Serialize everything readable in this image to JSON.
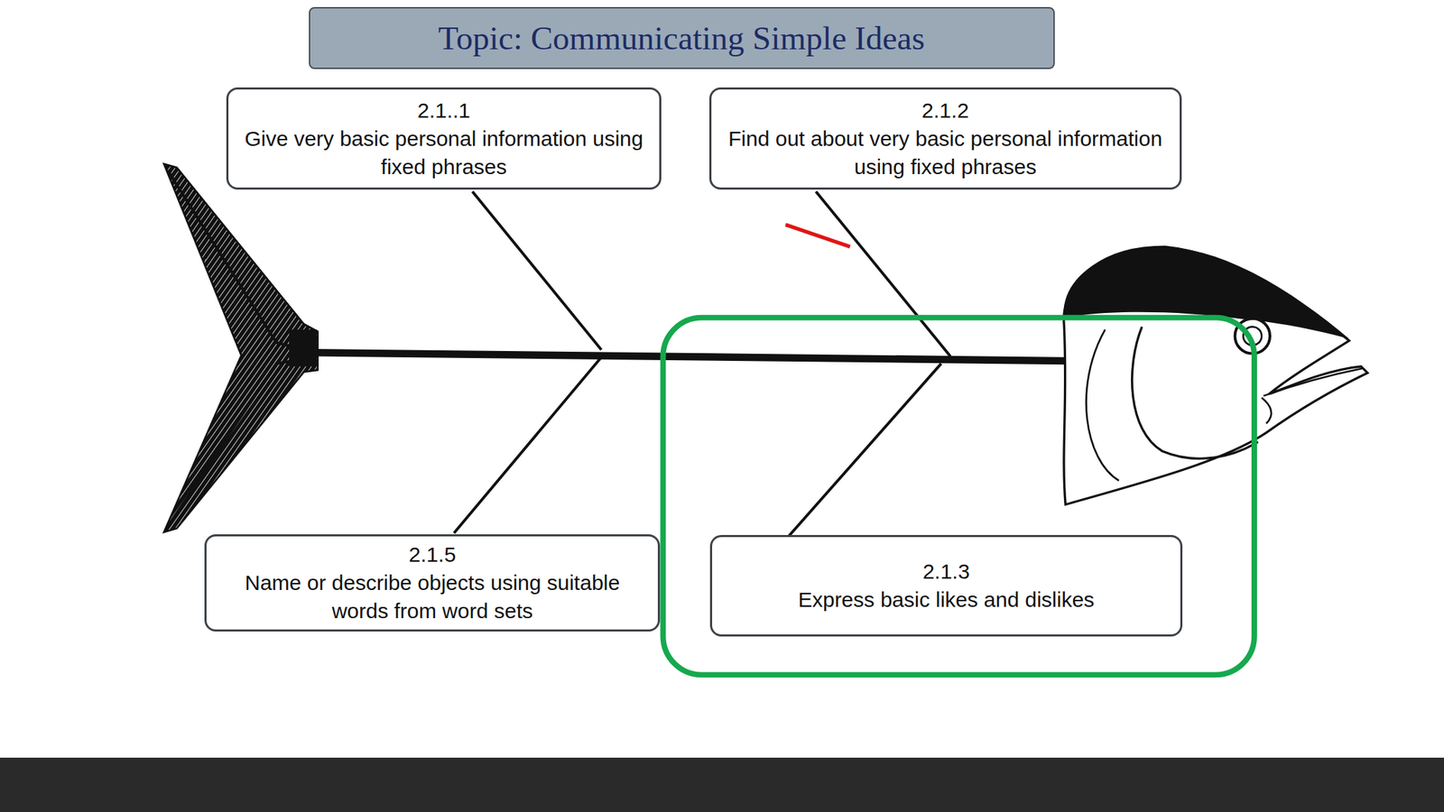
{
  "diagram": {
    "title": "Topic: Communicating Simple Ideas",
    "nodes": [
      {
        "text": [
          "2.1..1",
          "Give very basic personal information using fixed phrases"
        ]
      },
      {
        "text": [
          "2.1.2",
          "Find out about very basic personal information using fixed phrases"
        ]
      },
      {
        "text": [
          "2.1.5",
          "Name or describe objects using suitable words from word sets"
        ]
      },
      {
        "text": [
          "2.1.3",
          "Express basic likes and dislikes"
        ]
      }
    ]
  }
}
